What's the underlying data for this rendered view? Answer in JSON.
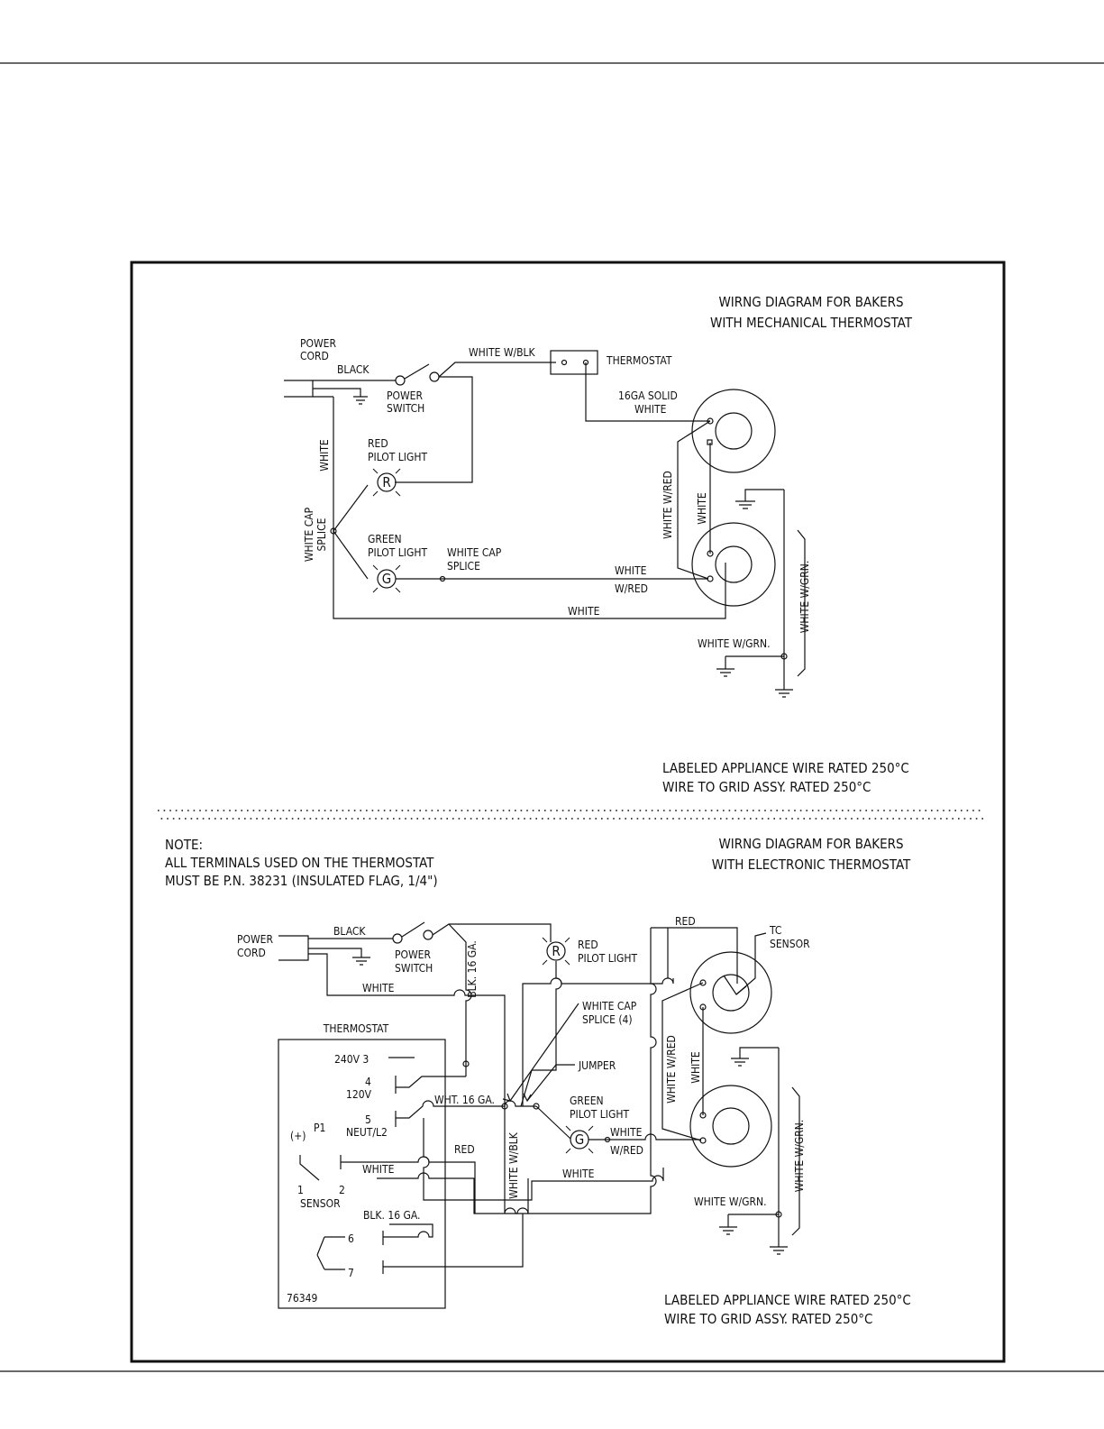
{
  "top_diagram": {
    "title_line1": "WIRNG DIAGRAM FOR BAKERS",
    "title_line2": "WITH MECHANICAL THERMOSTAT",
    "power_cord": [
      "POWER",
      "CORD"
    ],
    "black": "BLACK",
    "power_switch": [
      "POWER",
      "SWITCH"
    ],
    "white_w_blk": "WHITE W/BLK",
    "thermostat": "THERMOSTAT",
    "solid_16ga": [
      "16GA SOLID",
      "WHITE"
    ],
    "white_vertical": "WHITE",
    "red_pilot": [
      "RED",
      "PILOT LIGHT"
    ],
    "r_symbol": "R",
    "splice_left": [
      "WHITE CAP",
      "SPLICE"
    ],
    "green_pilot": [
      "GREEN",
      "PILOT LIGHT"
    ],
    "g_symbol": "G",
    "splice_mid": [
      "WHITE CAP",
      "SPLICE"
    ],
    "white_w_red_label": [
      "WHITE",
      "W/RED"
    ],
    "white_bottom": "WHITE",
    "white_w_red_vertical": "WHITE W/RED",
    "white_short_vertical": "WHITE",
    "white_w_grn": "WHITE W/GRN.",
    "white_w_grn_vertical": "WHITE W/GRN.",
    "rating_line1": "LABELED APPLIANCE WIRE RATED 250°C",
    "rating_line2": "WIRE TO GRID ASSY. RATED 250°C"
  },
  "bottom_diagram": {
    "note_line1": "NOTE:",
    "note_line2": "ALL TERMINALS USED ON THE THERMOSTAT",
    "note_line3": "MUST BE P.N. 38231 (INSULATED FLAG, 1/4\")",
    "title_line1": "WIRNG DIAGRAM FOR BAKERS",
    "title_line2": "WITH ELECTRONIC THERMOSTAT",
    "power_cord": [
      "POWER",
      "CORD"
    ],
    "black": "BLACK",
    "power_switch": [
      "POWER",
      "SWITCH"
    ],
    "blk_16ga_vertical": "BLK. 16 GA.",
    "white": "WHITE",
    "red_pilot": [
      "RED",
      "PILOT LIGHT"
    ],
    "r_symbol": "R",
    "red": "RED",
    "tc_sensor": [
      "TC",
      "SENSOR"
    ],
    "thermostat": "THERMOSTAT",
    "t_240v": "240V 3",
    "t_4": "4",
    "t_120v": "120V",
    "t_5": "5",
    "t_neut": "NEUT/L2",
    "p1": "P1",
    "plus": "(+)",
    "t_1": "1",
    "t_2": "2",
    "sensor": "SENSOR",
    "t_6": "6",
    "t_7": "7",
    "part_no": "76349",
    "wht_16ga": "WHT. 16 GA.",
    "splice": [
      "WHITE CAP",
      "SPLICE (4)"
    ],
    "jumper": "JUMPER",
    "green_pilot": [
      "GREEN",
      "PILOT LIGHT"
    ],
    "g_symbol": "G",
    "white_w_red_label": [
      "WHITE",
      "W/RED"
    ],
    "red_wire": "RED",
    "white_wire_left": "WHITE",
    "white_w_blk_vertical": "WHITE W/BLK",
    "white_wire_mid": "WHITE",
    "blk_16ga_2": "BLK. 16 GA.",
    "white_w_red_vertical": "WHITE W/RED",
    "white_short_vertical": "WHITE",
    "white_w_grn": "WHITE W/GRN.",
    "white_w_grn_vertical": "WHITE W/GRN.",
    "rating_line1": "LABELED APPLIANCE WIRE RATED 250°C",
    "rating_line2": "WIRE TO GRID ASSY. RATED 250°C"
  }
}
